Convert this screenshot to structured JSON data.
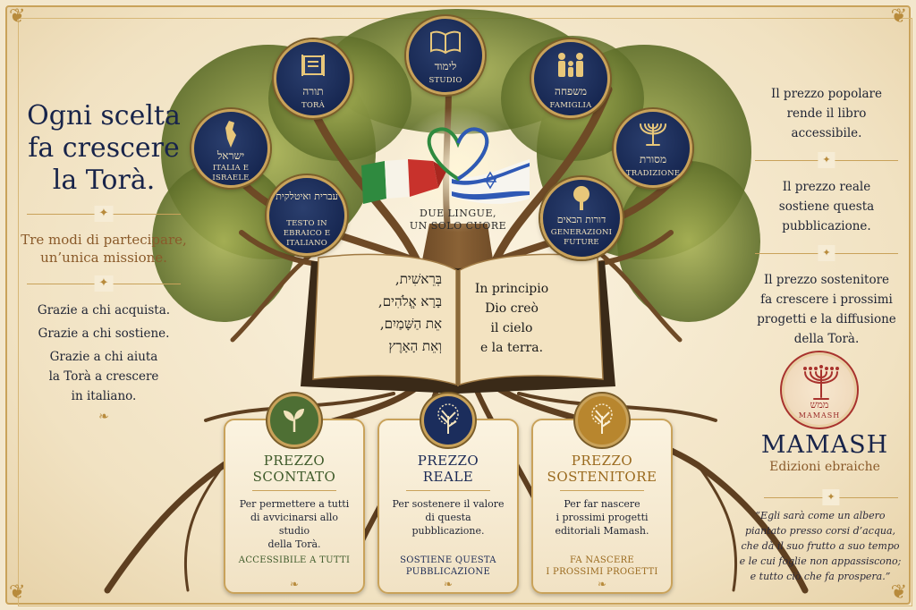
{
  "left": {
    "headline": [
      "Ogni scelta",
      "fa crescere",
      "la Torà."
    ],
    "subtitle": [
      "Tre modi di partecipare,",
      "un’unica missione."
    ],
    "thanks": [
      "Grazie a chi acquista.",
      "Grazie a chi sostiene.",
      "Grazie a chi aiuta",
      "la Torà a crescere",
      "in italiano."
    ]
  },
  "right": {
    "notes": [
      [
        "Il prezzo popolare",
        "rende il libro",
        "accessibile."
      ],
      [
        "Il prezzo reale",
        "sostiene questa",
        "pubblicazione."
      ],
      [
        "Il prezzo sostenitore",
        "fa crescere i prossimi",
        "progetti e la diffusione",
        "della Torà."
      ]
    ],
    "logo_hebrew": "ממש",
    "logo_latin": "MAMASH",
    "brand": "MAMASH",
    "brand_sub": "Edizioni ebraiche",
    "quote": [
      "“Egli sarà come un albero",
      "piantato presso corsi d’acqua,",
      "che dà il suo frutto a suo tempo",
      "e le cui foglie non appassiscono;",
      "e tutto ciò che fa prospera.”"
    ]
  },
  "circles": {
    "torah": {
      "he": "תורה",
      "label": "TORÀ"
    },
    "limud": {
      "he": "לימוד",
      "label": "STUDIO"
    },
    "family": {
      "he": "משפחה",
      "label": "FAMIGLIA"
    },
    "israel": {
      "he": "ישראל",
      "label": "ITALIA E ISRAELE"
    },
    "ivrit": {
      "he": "עברית ואיטלקית",
      "label": "TESTO IN EBRAICO E ITALIANO"
    },
    "masoret": {
      "he": "מסורת",
      "label": "TRADIZIONE"
    },
    "dorot": {
      "he": "דורות הבאים",
      "label": "GENERAZIONI FUTURE"
    }
  },
  "center": {
    "lingue": [
      "DUE LINGUE,",
      "UN SOLO CUORE"
    ],
    "book_hebrew": [
      "בְּרֵאשִׁית,",
      "בָּרָא אֱלֹהִים,",
      "אֵת הַשָּׁמַיִם,",
      "וְאֵת הָאָרֶץ"
    ],
    "book_italian": [
      "In principio",
      "Dio creò",
      "il cielo",
      "e la terra."
    ]
  },
  "cards": [
    {
      "title": [
        "PREZZO",
        "SCONTATO"
      ],
      "desc": [
        "Per permettere a tutti",
        "di avvicinarsi allo studio",
        "della Torà."
      ],
      "tag": [
        "ACCESSIBILE A TUTTI"
      ],
      "color": "#3e5a2a",
      "badge": "#4e6f34"
    },
    {
      "title": [
        "PREZZO",
        "REALE"
      ],
      "desc": [
        "Per sostenere il valore",
        "di questa pubblicazione."
      ],
      "tag": [
        "SOSTIENE QUESTA",
        "PUBBLICAZIONE"
      ],
      "color": "#1b2a55",
      "badge": "#1b2d5c"
    },
    {
      "title": [
        "PREZZO",
        "SOSTENITORE"
      ],
      "desc": [
        "Per far nascere",
        "i prossimi progetti",
        "editoriali Mamash."
      ],
      "tag": [
        "FA NASCERE",
        "I PROSSIMI PROGETTI"
      ],
      "color": "#9a6a1e",
      "badge": "#b8862e"
    }
  ],
  "colors": {
    "navy": "#162650",
    "gold": "#c9a25a",
    "parchment": "#f3e7cd",
    "leaf": "#7d8c3a",
    "trunk": "#6e4a26"
  }
}
